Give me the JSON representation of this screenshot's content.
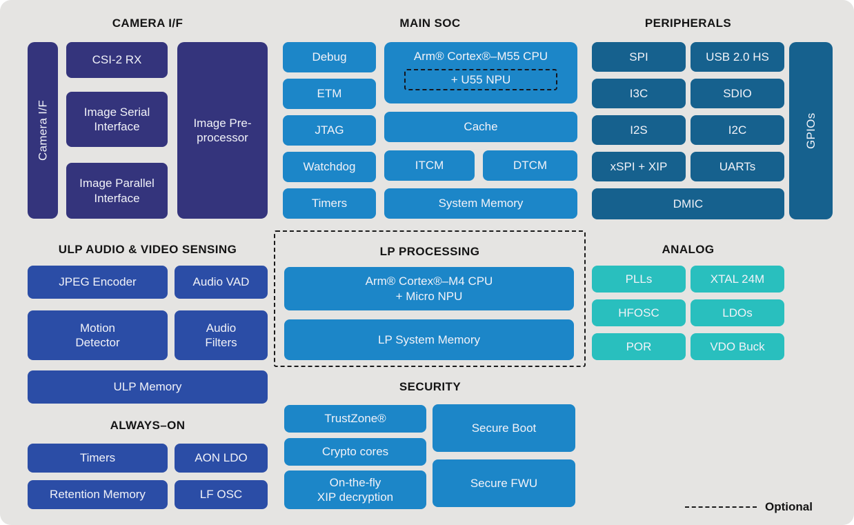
{
  "colors": {
    "canvas_bg": "#E5E4E2",
    "page_bg": "#FFFFFF",
    "camera_navy": "#34347C",
    "ulp_royal_blue": "#2B4DA6",
    "soc_bright_blue": "#1C86C8",
    "peripherals_steel_blue": "#16618E",
    "analog_teal": "#29BFBE",
    "title_ink": "#141414",
    "box_text": "#F1F2F8",
    "dashed_border": "#1A1A1A"
  },
  "sections": {
    "camera": {
      "title": "CAMERA I/F",
      "sidebar": "Camera I/F",
      "csi2": "CSI-2 RX",
      "serial": "Image Serial\nInterface",
      "parallel": "Image Parallel\nInterface",
      "preprocessor": "Image Pre-\nprocessor"
    },
    "main_soc": {
      "title": "MAIN SOC",
      "left": [
        "Debug",
        "ETM",
        "JTAG",
        "Watchdog",
        "Timers"
      ],
      "cpu": "Arm® Cortex®–M55 CPU",
      "npu": "+ U55 NPU",
      "cache": "Cache",
      "itcm": "ITCM",
      "dtcm": "DTCM",
      "system_memory": "System Memory"
    },
    "peripherals": {
      "title": "PERIPHERALS",
      "grid": [
        "SPI",
        "USB 2.0 HS",
        "I3C",
        "SDIO",
        "I2S",
        "I2C",
        "xSPI + XIP",
        "UARTs"
      ],
      "dmic": "DMIC",
      "gpios": "GPIOs"
    },
    "ulp": {
      "title": "ULP AUDIO & VIDEO SENSING",
      "jpeg": "JPEG Encoder",
      "vad": "Audio VAD",
      "motion": "Motion\nDetector",
      "filters": "Audio\nFilters",
      "memory": "ULP Memory"
    },
    "lp": {
      "title": "LP PROCESSING",
      "cpu": "Arm® Cortex®–M4 CPU\n+ Micro NPU",
      "memory": "LP System Memory"
    },
    "analog": {
      "title": "ANALOG",
      "grid": [
        "PLLs",
        "XTAL 24M",
        "HFOSC",
        "LDOs",
        "POR",
        "VDO Buck"
      ]
    },
    "always_on": {
      "title": "ALWAYS–ON",
      "grid": [
        "Timers",
        "AON LDO",
        "Retention Memory",
        "LF OSC"
      ]
    },
    "security": {
      "title": "SECURITY",
      "trustzone": "TrustZone®",
      "crypto": "Crypto cores",
      "xip": "On-the-fly\nXIP decryption",
      "boot": "Secure Boot",
      "fwu": "Secure FWU"
    }
  },
  "legend": {
    "optional": "Optional"
  }
}
